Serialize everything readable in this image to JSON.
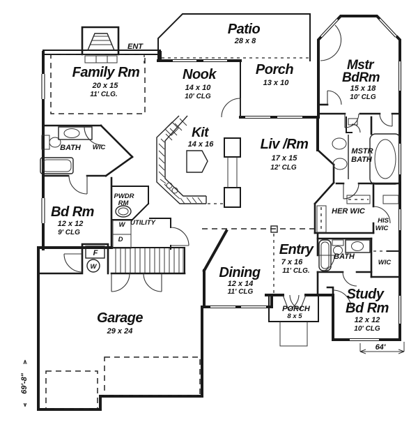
{
  "rooms": {
    "patio": {
      "name": "Patio",
      "dims": "28 x 8"
    },
    "family": {
      "name": "Family Rm",
      "dims": "20 x 15",
      "clg": "11' CLG."
    },
    "nook": {
      "name": "Nook",
      "dims": "14 x 10",
      "clg": "10' CLG"
    },
    "rear_porch": {
      "name": "Porch",
      "dims": "13 x 10"
    },
    "master": {
      "name1": "Mstr",
      "name2": "BdRm",
      "dims": "15 x 18",
      "clg": "10' CLG"
    },
    "kitchen": {
      "name": "Kit",
      "dims": "14 x 16"
    },
    "living": {
      "name": "Liv /Rm",
      "dims": "17 x 15",
      "clg": "12' CLG"
    },
    "bath1": {
      "name": "BATH"
    },
    "wic1": {
      "name": "WIC"
    },
    "bed2": {
      "name": "Bd Rm",
      "dims": "12 x 12",
      "clg": "9' CLG"
    },
    "powder": {
      "name1": "PWDR",
      "name2": "RM"
    },
    "utility": {
      "name": "UTILITY"
    },
    "mbath": {
      "name1": "MSTR",
      "name2": "BATH"
    },
    "her_wic": {
      "name": "HER WIC"
    },
    "his_wic": {
      "name1": "HIS",
      "name2": "WIC"
    },
    "entry": {
      "name": "Entry",
      "dims": "7 x 16",
      "clg": "11' CLG."
    },
    "bath2": {
      "name": "BATH"
    },
    "wic2": {
      "name": "WIC"
    },
    "dining": {
      "name": "Dining",
      "dims": "12 x 14",
      "clg": "11' CLG"
    },
    "front_porch": {
      "name": "PORCH",
      "dims": "8 x 5"
    },
    "study": {
      "name1": "Study",
      "name2": "Bd Rm",
      "dims": "12 x 12",
      "clg": "10' CLG"
    },
    "garage": {
      "name": "Garage",
      "dims": "29 x 24"
    }
  },
  "annotations": {
    "entry_door": "ENT",
    "furnace": "F",
    "water_heater": "W",
    "washer": "W",
    "dryer": "D",
    "width_dim": "64'",
    "depth_dim": "69'-8\""
  }
}
